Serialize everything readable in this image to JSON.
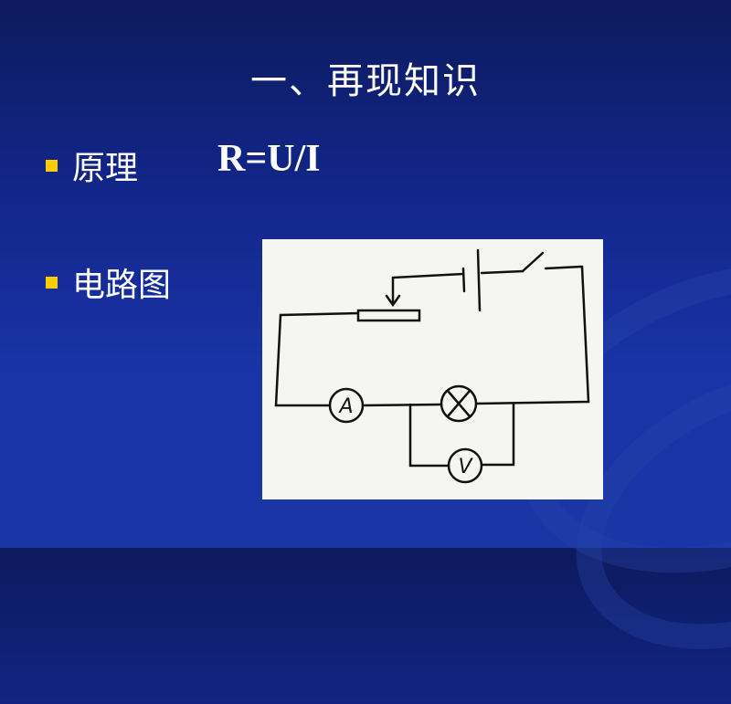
{
  "title": "一、再现知识",
  "bullets": [
    {
      "label": "原理"
    },
    {
      "label": "电路图"
    }
  ],
  "formula": "R=U/I",
  "diagram": {
    "ammeter": "A",
    "voltmeter": "V"
  }
}
